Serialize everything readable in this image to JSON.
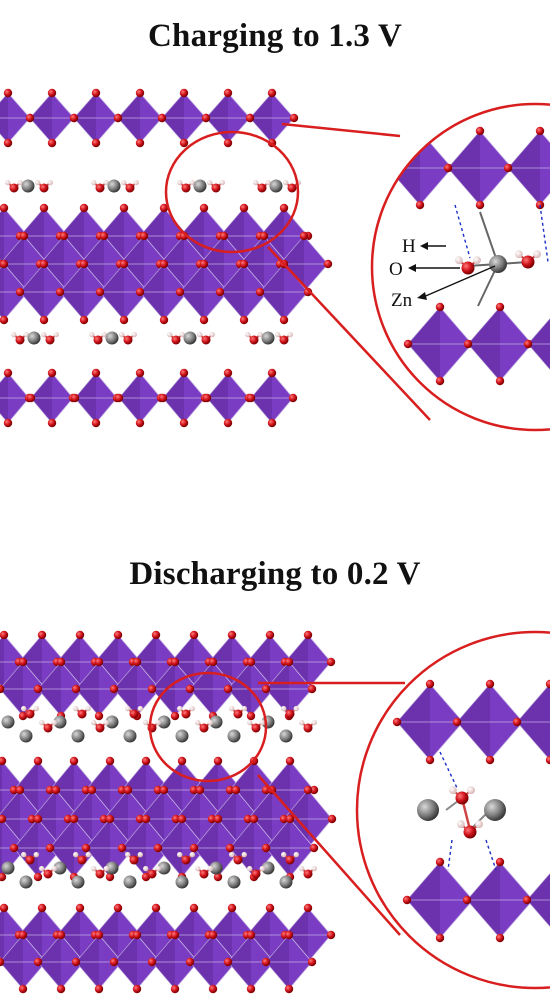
{
  "panels": [
    {
      "title": "Charging to 1.3 V"
    },
    {
      "title": "Discharging to 0.2 V"
    }
  ],
  "inset_labels": {
    "h": "H",
    "o": "O",
    "zn": "Zn"
  },
  "colors": {
    "octahedron": "#7a3cc2",
    "octahedron_dark": "#5a2494",
    "oxygen": "#d0141c",
    "hydrogen": "#f2dada",
    "zinc": "#808080",
    "callout": "#d81e1e",
    "hbond": "#1c2fc9"
  }
}
